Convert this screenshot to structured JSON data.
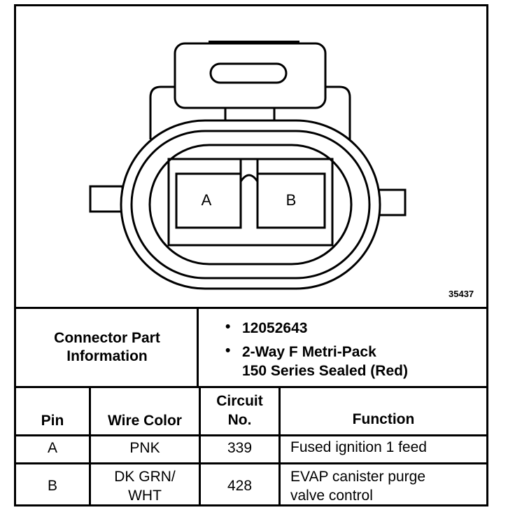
{
  "diagram": {
    "pin_labels": [
      "A",
      "B"
    ],
    "figure_number": "35437"
  },
  "connector_info": {
    "label": "Connector Part Information",
    "part_number": "12052643",
    "description_line1": "2-Way F Metri-Pack",
    "description_line2": "150 Series Sealed (Red)"
  },
  "table": {
    "headers": {
      "pin": "Pin",
      "wire_color": "Wire Color",
      "circuit_line1": "Circuit",
      "circuit_line2": "No.",
      "function": "Function"
    },
    "rows": [
      {
        "pin": "A",
        "wire_color_line1": "PNK",
        "wire_color_line2": "",
        "circuit": "339",
        "function_line1": "Fused ignition 1 feed",
        "function_line2": ""
      },
      {
        "pin": "B",
        "wire_color_line1": "DK GRN/",
        "wire_color_line2": "WHT",
        "circuit": "428",
        "function_line1": "EVAP canister purge",
        "function_line2": "valve control"
      }
    ]
  }
}
